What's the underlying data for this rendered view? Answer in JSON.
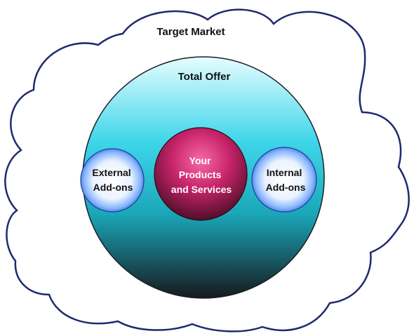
{
  "diagram": {
    "outer_label": "Target Market",
    "total_offer_label": "Total Offer",
    "left_bubble": {
      "line1": "External",
      "line2": "Add-ons"
    },
    "center_bubble": {
      "line1": "Your",
      "line2": "Products",
      "line3": "and Services"
    },
    "right_bubble": {
      "line1": "Internal",
      "line2": "Add-ons"
    }
  },
  "colors": {
    "cloud_stroke": "#1f2a6e",
    "total_offer_top": "#dffbff",
    "total_offer_mid": "#33c8dd",
    "total_offer_bottom": "#1a1f24",
    "center_light": "#f45c9a",
    "center_dark": "#4a0f26",
    "addon_light": "#ffffff",
    "addon_dark": "#2a6fe0"
  }
}
